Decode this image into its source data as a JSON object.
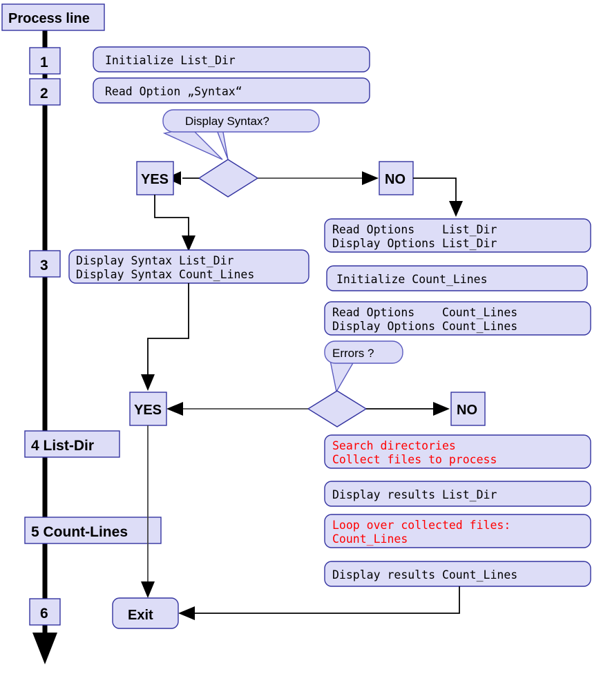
{
  "diagram": {
    "title": "Process line",
    "colors": {
      "box_fill": "#ddddf7",
      "box_stroke": "#3333a0",
      "text": "#000000",
      "highlight_text": "#ff0000",
      "process_line": "#000000"
    }
  },
  "process_line": {
    "label": "Process line",
    "steps": [
      {
        "id": "step-1",
        "number": "1",
        "label": ""
      },
      {
        "id": "step-2",
        "number": "2",
        "label": ""
      },
      {
        "id": "step-3",
        "number": "3",
        "label": ""
      },
      {
        "id": "step-4",
        "number": "4 List-Dir",
        "label": "4 List-Dir"
      },
      {
        "id": "step-5",
        "number": "5 Count-Lines",
        "label": "5 Count-Lines"
      },
      {
        "id": "step-6",
        "number": "6",
        "label": ""
      }
    ]
  },
  "nodes": {
    "initialize_list_dir": "Initialize List_Dir",
    "read_option_syntax": "Read Option „Syntax“",
    "display_syntax_question": "Display Syntax?",
    "errors_question": "Errors ?",
    "yes_1": "YES",
    "no_1": "NO",
    "yes_2": "YES",
    "no_2": "NO",
    "display_syntax_line1": "Display Syntax List_Dir",
    "display_syntax_line2": "Display Syntax Count_Lines",
    "read_options_list_dir_line1": "Read Options    List_Dir",
    "read_options_list_dir_line2": "Display Options List_Dir",
    "initialize_count_lines": "Initialize Count_Lines",
    "read_options_count_lines_line1": "Read Options    Count_Lines",
    "read_options_count_lines_line2": "Display Options Count_Lines",
    "search_directories_line1": "Search directories",
    "search_directories_line2": "Collect files to process",
    "display_results_list_dir": "Display results List_Dir",
    "loop_files_line1": "Loop over collected files:",
    "loop_files_line2": "Count_Lines",
    "display_results_count_lines": "Display results Count_Lines",
    "exit": "Exit"
  }
}
